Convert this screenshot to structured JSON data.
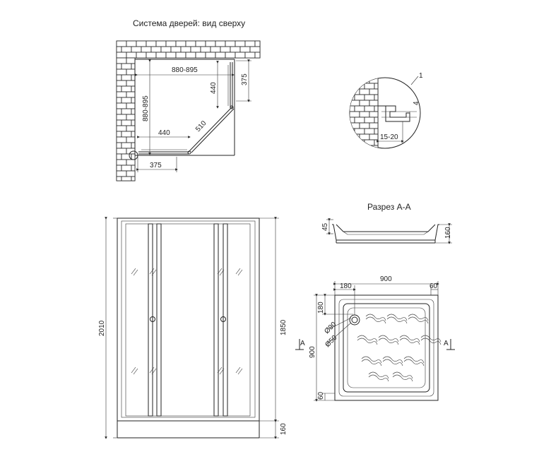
{
  "titles": {
    "top_view": "Система дверей: вид сверху",
    "section": "Разрез А-А"
  },
  "top_view": {
    "width": "880-895",
    "depth": "880-895",
    "door_side": "440",
    "door_side_vert": "440",
    "diagonal": "510",
    "opening_h": "375",
    "opening_v": "375"
  },
  "detail": {
    "callout": "1",
    "gap": "4",
    "profile": "15-20"
  },
  "front_view": {
    "total_height": "2010",
    "glass_height": "1850",
    "tray_height": "160"
  },
  "section_view": {
    "left_height": "45",
    "right_height": "160"
  },
  "tray_plan": {
    "width": "900",
    "depth": "900",
    "left_offset": "180",
    "right_margin": "60",
    "top_offset": "180",
    "bottom_margin": "60",
    "drain_outer": "Ø90",
    "drain_inner": "Ø50",
    "section_mark_left": "A",
    "section_mark_right": "A"
  }
}
